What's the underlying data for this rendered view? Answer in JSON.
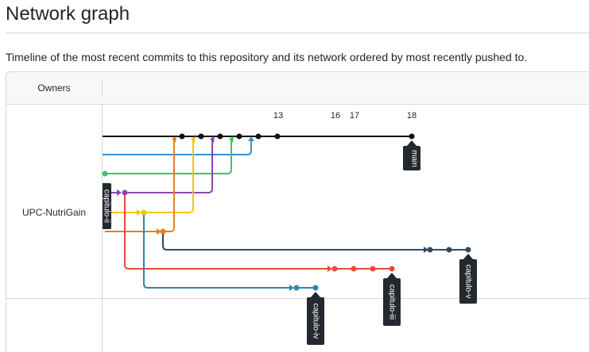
{
  "page": {
    "title": "Network graph",
    "description": "Timeline of the most recent commits to this repository and its network ordered by most recently pushed to."
  },
  "graph": {
    "owners_header": "Owners",
    "owner": "UPC-NutriGain",
    "dates": [
      "13",
      "16",
      "17",
      "18"
    ],
    "colors": {
      "main": "#111111",
      "blue": "#3b8fd4",
      "green": "#3cc26e",
      "purple": "#8e44ad",
      "yellow": "#f1c40f",
      "orange": "#e67e22",
      "navy": "#34495e",
      "red": "#e74c3c",
      "teal": "#2e86ab",
      "label_bg": "#24292f"
    },
    "branches": {
      "main": "main",
      "capitulo_ii": "capitulo-ii",
      "capitulo_iii": "capitulo-iii",
      "capitulo_iv": "capitulo-iv",
      "capitulo_v": "capitulo-v"
    }
  }
}
